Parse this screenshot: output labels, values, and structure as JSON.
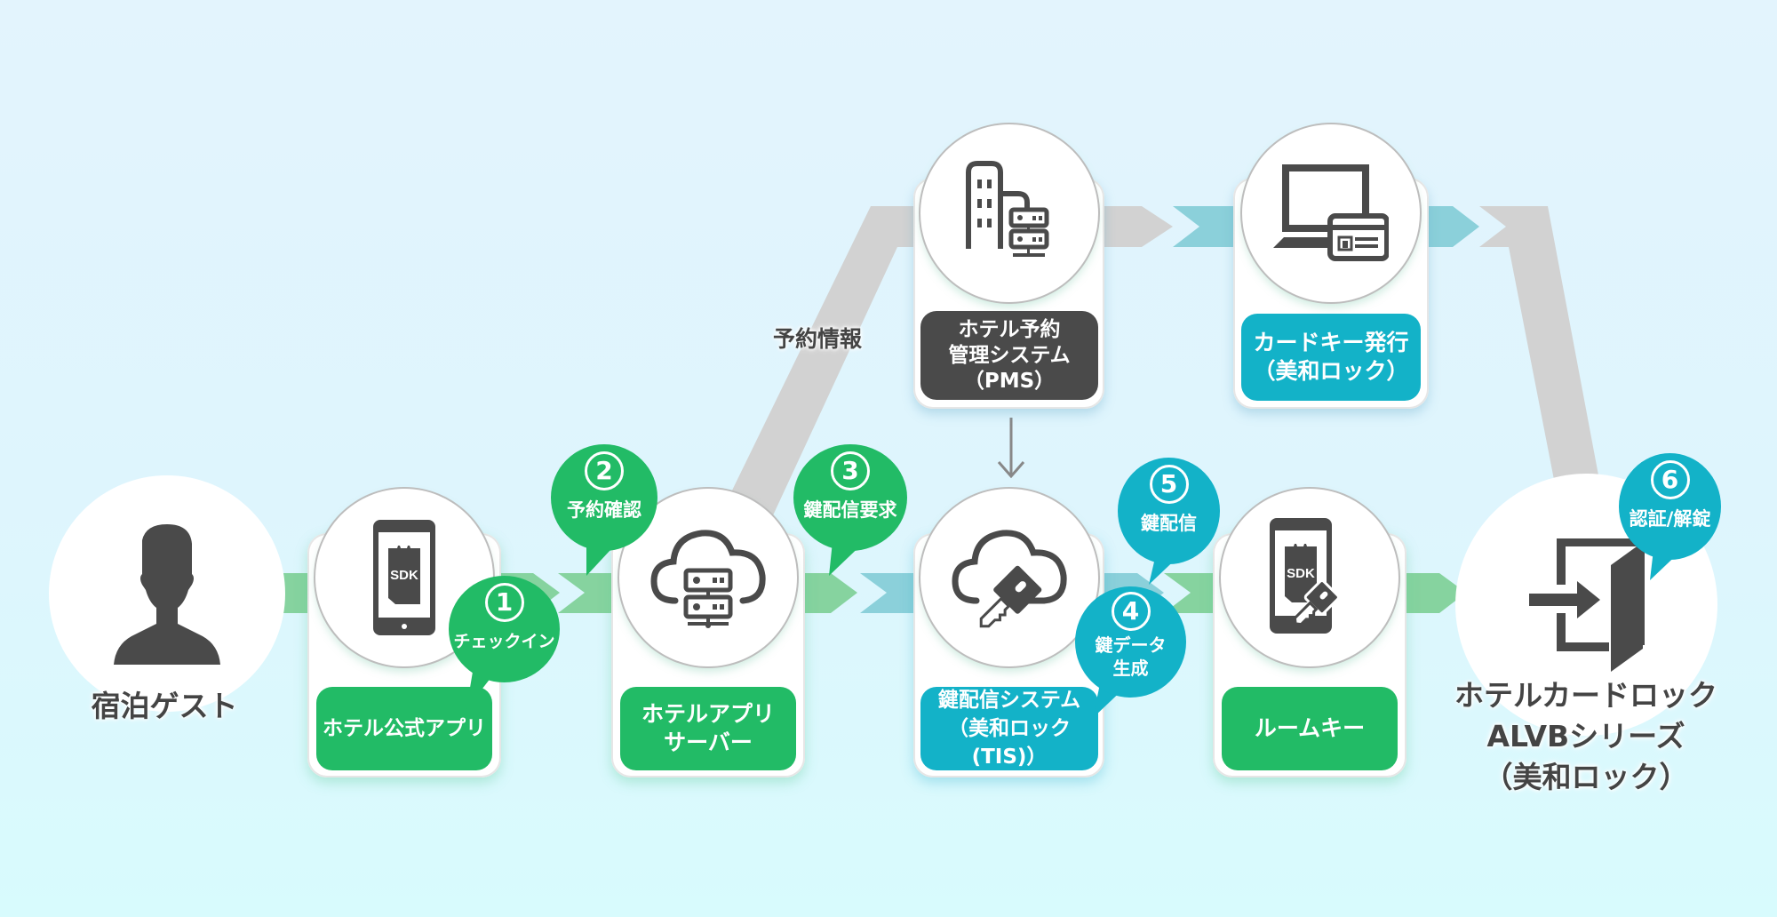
{
  "colors": {
    "green": "#22bb66",
    "teal": "#13b2c8",
    "dark": "#4a4a4a",
    "arrow_green": "#86d39f",
    "arrow_teal": "#8bd0da",
    "arrow_gray": "#d2d2d2",
    "icon": "#4a4a4a"
  },
  "nodes": {
    "guest": {
      "label": "宿泊ゲスト",
      "icon": "person-icon"
    },
    "app": {
      "label": "ホテル公式アプリ",
      "icon": "smartphone-sdk-icon",
      "sdk_text": "SDK"
    },
    "app_server": {
      "label_line1": "ホテルアプリ",
      "label_line2": "サーバー",
      "icon": "cloud-server-icon"
    },
    "pms": {
      "label_line1": "ホテル予約",
      "label_line2": "管理システム",
      "label_line3": "（PMS）",
      "icon": "building-server-icon"
    },
    "card_key": {
      "label_line1": "カードキー発行",
      "label_line2": "（美和ロック）",
      "icon": "computer-card-icon"
    },
    "tis": {
      "label_line1": "鍵配信システム",
      "label_line2": "（美和ロック(TIS)）",
      "icon": "cloud-key-icon"
    },
    "room_key": {
      "label": "ルームキー",
      "icon": "smartphone-key-icon",
      "sdk_text": "SDK"
    },
    "lock": {
      "label_line1": "ホテルカードロック",
      "label_line2": "ALVBシリーズ",
      "label_line3": "（美和ロック）",
      "icon": "door-enter-icon"
    }
  },
  "steps": [
    {
      "num": "1",
      "text": "チェックイン",
      "color": "green"
    },
    {
      "num": "2",
      "text": "予約確認",
      "color": "green"
    },
    {
      "num": "3",
      "text": "鍵配信要求",
      "color": "green"
    },
    {
      "num": "4",
      "text_line1": "鍵データ",
      "text_line2": "生成",
      "color": "teal"
    },
    {
      "num": "5",
      "text": "鍵配信",
      "color": "teal"
    },
    {
      "num": "6",
      "text": "認証/解錠",
      "color": "teal"
    }
  ],
  "annotations": {
    "reservation_info": "予約情報"
  }
}
